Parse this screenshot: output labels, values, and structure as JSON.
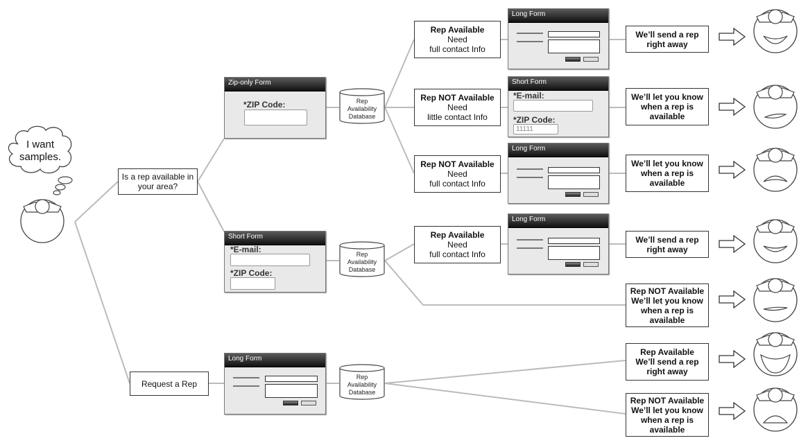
{
  "thought": {
    "line1": "I want",
    "line2": "samples."
  },
  "question": "Is a rep available in your area?",
  "request_rep": "Request a Rep",
  "forms": {
    "zip_only": {
      "title": "Zip-only Form",
      "zip_label": "*ZIP Code:"
    },
    "short_left": {
      "title": "Short Form",
      "email_label": "*E-mail:",
      "zip_label": "*ZIP Code:"
    },
    "long_bottom": {
      "title": "Long Form"
    },
    "long_top": {
      "title": "Long Form"
    },
    "short_right": {
      "title": "Short Form",
      "email_label": "*E-mail:",
      "zip_label": "*ZIP Code:",
      "zip_value": "11111"
    },
    "long_mid": {
      "title": "Long Form"
    },
    "long_lower": {
      "title": "Long Form"
    }
  },
  "database": {
    "line1": "Rep",
    "line2": "Availability",
    "line3": "Database"
  },
  "status_boxes": {
    "s1": {
      "title": "Rep Available",
      "l1": "Need",
      "l2": "full contact Info"
    },
    "s2": {
      "title": "Rep NOT Available",
      "l1": "Need",
      "l2": "little contact Info"
    },
    "s3": {
      "title": "Rep NOT Available",
      "l1": "Need",
      "l2": "full contact Info"
    },
    "s4": {
      "title": "Rep Available",
      "l1": "Need",
      "l2": "full contact Info"
    }
  },
  "outcomes": {
    "o1": {
      "l1": "We’ll send a rep",
      "l2": "right away"
    },
    "o2": {
      "l1": "We’ll let you know",
      "l2": "when a rep is",
      "l3": "available"
    },
    "o3": {
      "l1": "We’ll let you know",
      "l2": "when a rep is",
      "l3": "available"
    },
    "o4": {
      "l1": "We’ll send a rep",
      "l2": "right away"
    },
    "o5": {
      "l1": "Rep NOT Available",
      "l2": "We’ll let you know",
      "l3": "when a rep is",
      "l4": "available"
    },
    "o6": {
      "l1": "Rep Available",
      "l2": "We’ll send a rep",
      "l3": "right away"
    },
    "o7": {
      "l1": "Rep NOT Available",
      "l2": "We’ll let you know",
      "l3": "when a rep is",
      "l4": "available"
    }
  }
}
